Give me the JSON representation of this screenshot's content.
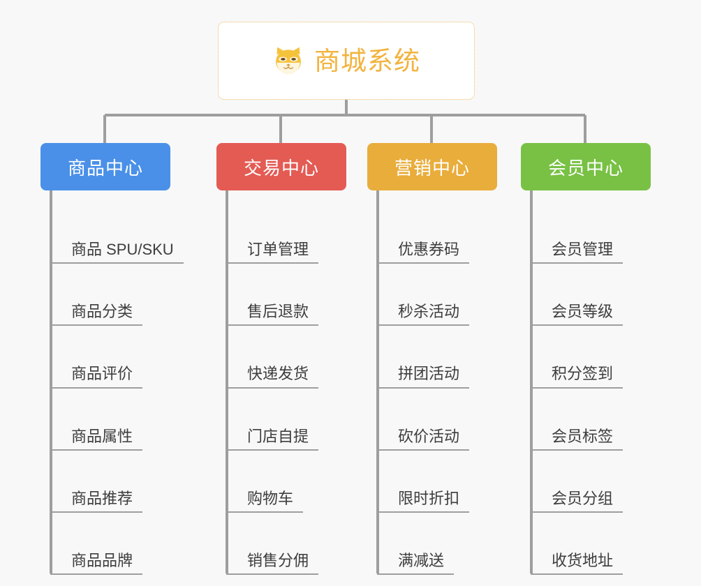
{
  "diagram": {
    "type": "mind-map",
    "title": "商城系统",
    "background_color": "#f8f8f8",
    "root": {
      "label": "商城系统",
      "icon": "shiba-dog-face-icon",
      "text_color": "#f2b33d",
      "border_color": "#eab959",
      "fill_color": "#ffffff"
    },
    "connector_color": "#9e9e9e",
    "branches": [
      {
        "label": "商品中心",
        "color": "#4a90e8",
        "children": [
          "商品 SPU/SKU",
          "商品分类",
          "商品评价",
          "商品属性",
          "商品推荐",
          "商品品牌"
        ]
      },
      {
        "label": "交易中心",
        "color": "#e45b54",
        "children": [
          "订单管理",
          "售后退款",
          "快递发货",
          "门店自提",
          "购物车",
          "销售分佣"
        ]
      },
      {
        "label": "营销中心",
        "color": "#e9ad3c",
        "children": [
          "优惠券码",
          "秒杀活动",
          "拼团活动",
          "砍价活动",
          "限时折扣",
          "满减送"
        ]
      },
      {
        "label": "会员中心",
        "color": "#78c144",
        "children": [
          "会员管理",
          "会员等级",
          "积分签到",
          "会员标签",
          "会员分组",
          "收货地址"
        ]
      }
    ]
  }
}
